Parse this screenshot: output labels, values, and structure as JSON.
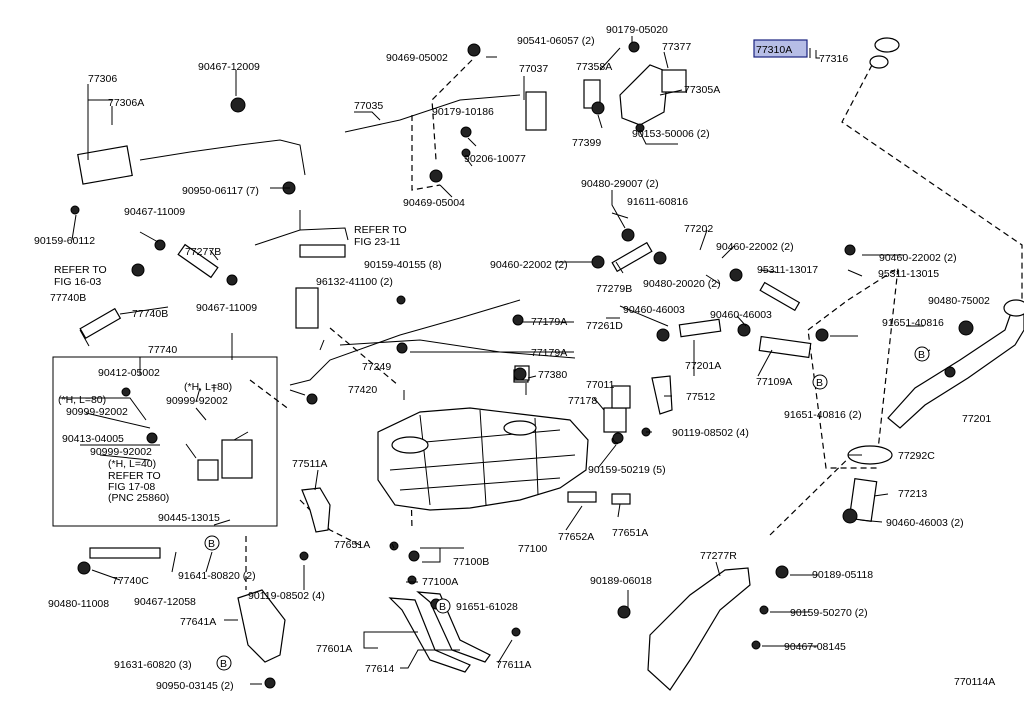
{
  "highlighted_part": "77310A",
  "diagram_code": "770114A",
  "references": {
    "fig_23_11": [
      "REFER TO",
      "FIG 23-11"
    ],
    "fig_16_03": [
      "REFER TO",
      "FIG 16-03"
    ],
    "fig_17_08": [
      "REFER TO",
      "FIG 17-08",
      "(PNC 25860)"
    ]
  },
  "notes": {
    "h_l80_a": "(*H, L=80)",
    "h_l80_b": "(*H, L=80)",
    "h_l40": "(*H, L=40)"
  },
  "marker_letter": "B",
  "labels": [
    "90179-05020",
    "90541-06057 (2)",
    "77377",
    "77310A",
    "77316",
    "90469-05002",
    "77037",
    "77358A",
    "77306",
    "90467-12009",
    "77306A",
    "77305A",
    "77035",
    "90179-10186",
    "77399",
    "90153-50006 (2)",
    "90206-10077",
    "90950-06117 (7)",
    "90469-05004",
    "90159-60112",
    "90467-11009",
    "90480-29007 (2)",
    "91611-60816",
    "77202",
    "77277B",
    "90159-40155 (8)",
    "90460-22002 (2)",
    "90460-22002 (2)",
    "90460-22002 (2)",
    "77279B",
    "95311-13017",
    "96132-41100 (2)",
    "90480-20020 (2)",
    "95311-13015",
    "77740B",
    "77740B",
    "90467-11009",
    "90480-75002",
    "77179A",
    "77261D",
    "90460-46003",
    "90460-46003",
    "91651-40816",
    "77740",
    "77201A",
    "77179A",
    "77249",
    "90412-05002",
    "77380",
    "77109A",
    "77011",
    "77420",
    "90999-92002",
    "90999-92002",
    "77178",
    "77512",
    "91651-40816 (2)",
    "77201",
    "90413-04005",
    "90119-08502 (4)",
    "90999-92002",
    "77292C",
    "90159-50219 (5)",
    "77511A",
    "90445-13015",
    "77213",
    "77652A",
    "77651A",
    "77651A",
    "91641-80820 (2)",
    "77100",
    "90460-46003 (2)",
    "77100B",
    "77277R",
    "77740C",
    "90119-08502 (4)",
    "77100A",
    "90189-06018",
    "90189-05118",
    "90480-11008",
    "90467-12058",
    "91651-61028",
    "90159-50270 (2)",
    "77641A",
    "77601A",
    "90467-08145",
    "77614",
    "77611A",
    "91631-60820 (3)",
    "90950-03145 (2)",
    "770114A"
  ]
}
